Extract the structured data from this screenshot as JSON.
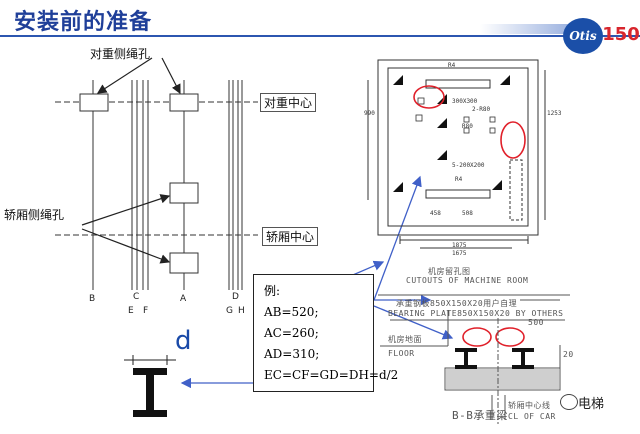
{
  "title": "安装前的准备",
  "logo": {
    "mark": "Otis",
    "number": "150"
  },
  "labels": {
    "cw_rope_hole": "对重侧绳孔",
    "car_rope_hole": "轿厢侧绳孔",
    "cw_center": "对重中心",
    "car_center": "轿厢中心",
    "d": "d"
  },
  "axis_letters": [
    "B",
    "C",
    "A",
    "D",
    "E",
    "F",
    "G",
    "H"
  ],
  "formula": {
    "head": "例:",
    "lines": [
      "AB=520;",
      "AC=260;",
      "AD=310;",
      "EC=CF=GD=DH=d/2"
    ]
  },
  "cad_text": {
    "cutouts_cn": "机房留孔图",
    "cutouts_en": "CUTOUTS OF MACHINE ROOM",
    "plate_cn": "承重钢板850X150X20用户自理",
    "plate_en": "BEARING PLATE850X150X20 BY OTHERS",
    "dim_500": "500",
    "floor_cn": "机房地面",
    "floor_en": "FLOOR",
    "dim_20": "20",
    "section": "B-B承重梁",
    "center_cn": "轿厢中心线",
    "center_en": "CL OF CAR",
    "dims": [
      "R4",
      "1875",
      "1675",
      "1253",
      "990",
      "458",
      "508",
      "R4",
      "300X300",
      "2-R80",
      "R80",
      "5-200X200"
    ]
  },
  "watermark": "电梯",
  "colors": {
    "title": "#1f3f99",
    "accent": "#2c56b0",
    "highlight": "#e0202a",
    "arrow": "#4060c8"
  }
}
